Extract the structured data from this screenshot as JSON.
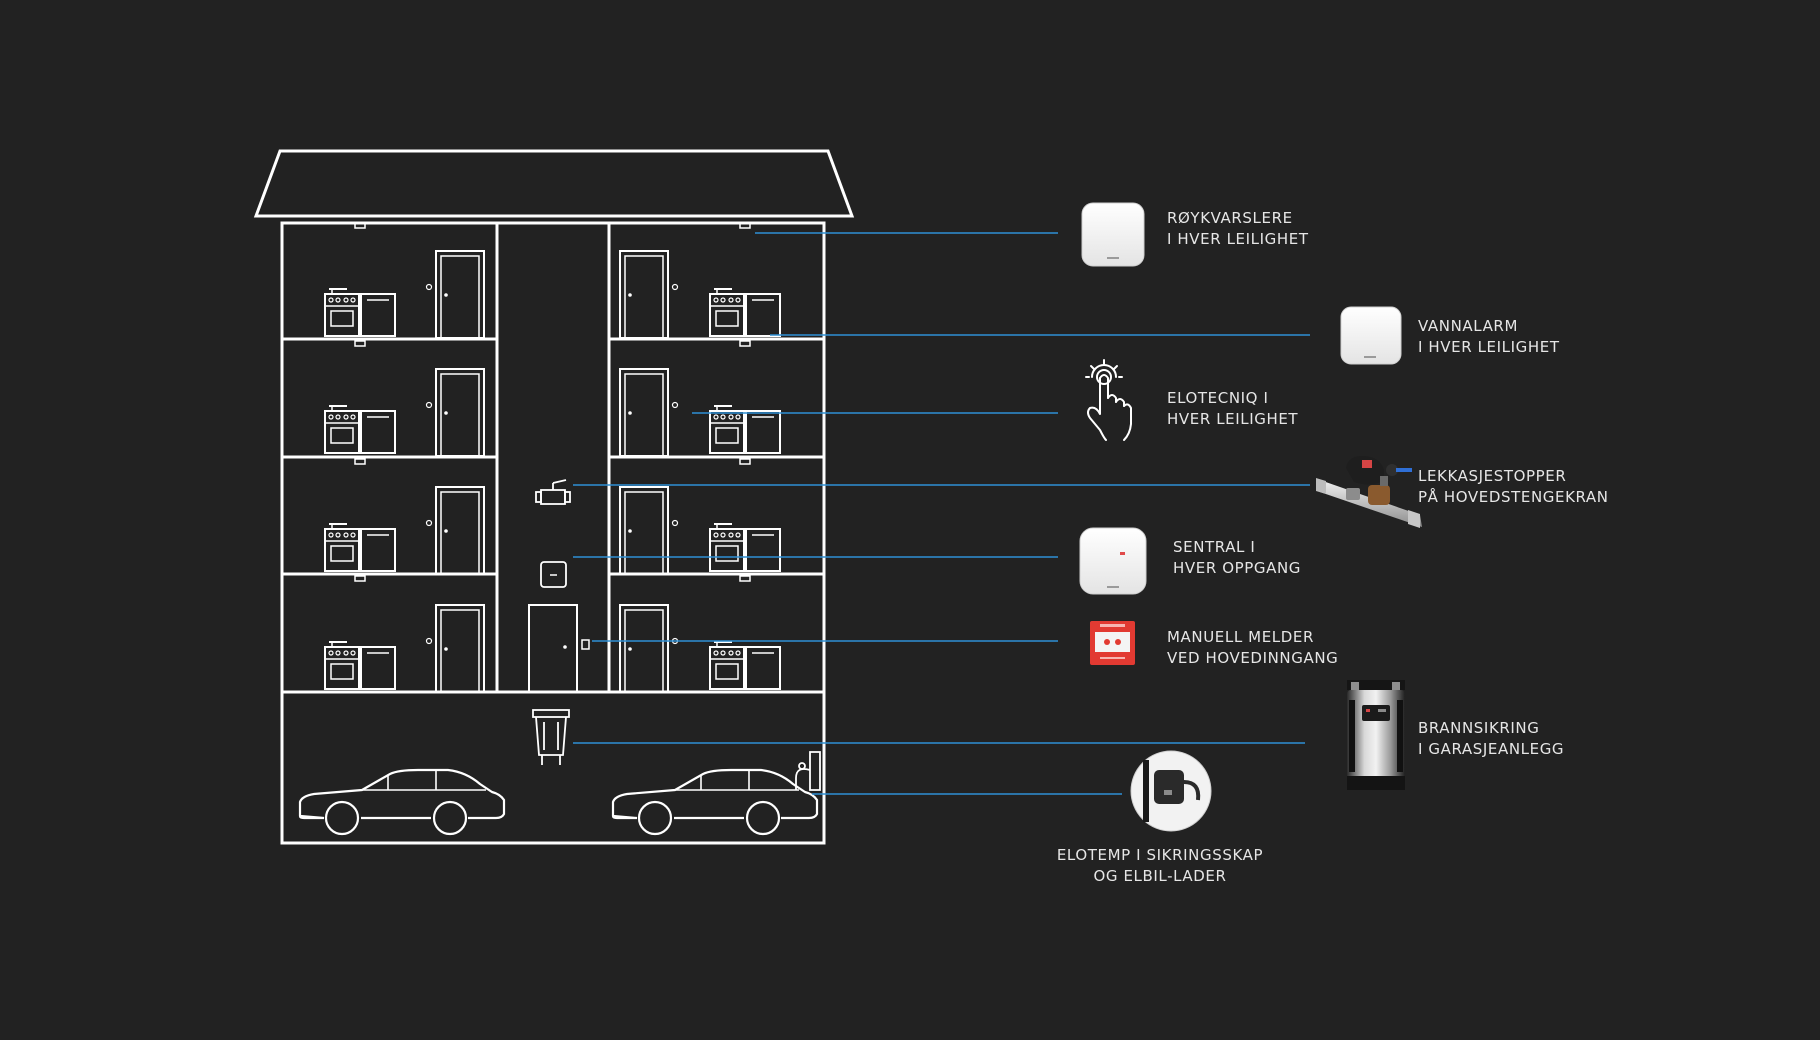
{
  "colors": {
    "background": "#222222",
    "outline": "#ffffff",
    "connector": "#2e8fd4",
    "label": "#e6e6e6"
  },
  "devices": [
    {
      "id": "smoke",
      "icon": "smoke-detector-icon",
      "line1": "RØYKVARSLERE",
      "line2": "I HVER LEILIGHET"
    },
    {
      "id": "water",
      "icon": "water-alarm-icon",
      "line1": "VANNALARM",
      "line2": "I HVER LEILIGHET"
    },
    {
      "id": "elotecniq",
      "icon": "touch-hand-icon",
      "line1": "ELOTECNIQ I",
      "line2": "HVER LEILIGHET"
    },
    {
      "id": "leak",
      "icon": "leak-stopper-valve-icon",
      "line1": "LEKKASJESTOPPER",
      "line2": "PÅ HOVEDSTENGEKRAN"
    },
    {
      "id": "hub",
      "icon": "hub-central-icon",
      "line1": "SENTRAL I",
      "line2": "HVER OPPGANG"
    },
    {
      "id": "callpoint",
      "icon": "manual-call-point-icon",
      "line1": "MANUELL MELDER",
      "line2": "VED HOVEDINNGANG"
    },
    {
      "id": "garage",
      "icon": "garage-fire-protection-icon",
      "line1": "BRANNSIKRING",
      "line2": "I GARASJEANLEGG"
    },
    {
      "id": "elotemp",
      "icon": "elotemp-sensor-icon",
      "line1": "ELOTEMP I SIKRINGSSKAP",
      "line2": "OG ELBIL-LADER"
    }
  ]
}
